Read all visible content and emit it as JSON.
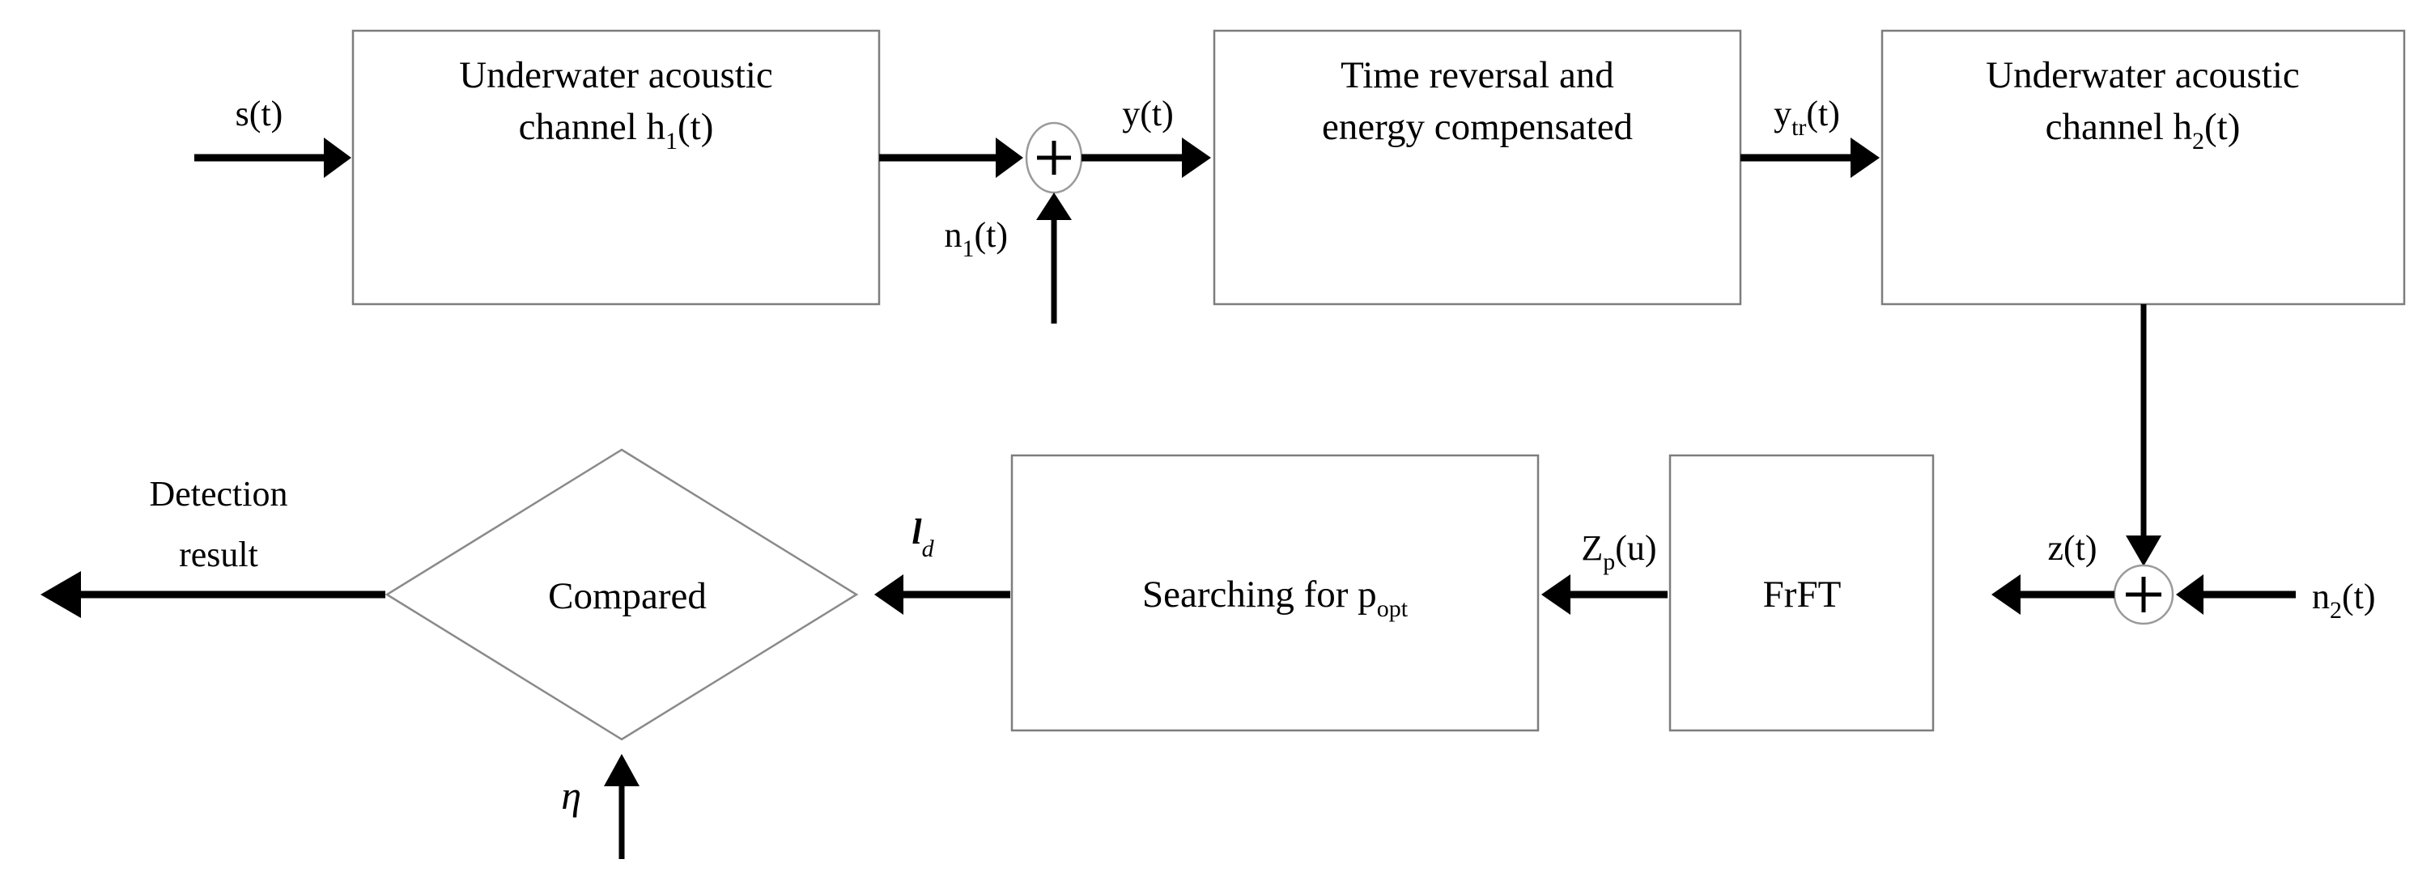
{
  "diagram": {
    "title": "Underwater acoustic time reversal FrFT detection block diagram",
    "background_color": "#ffffff",
    "line_color": "#000000",
    "box_stroke_color": "#7d7d7d"
  },
  "blocks": {
    "channel1": {
      "line1": "Underwater acoustic",
      "line2_pre": "channel h",
      "line2_sub": "1",
      "line2_post": "(t)"
    },
    "timereversal": {
      "line1": "Time reversal and",
      "line2": "energy compensated"
    },
    "channel2": {
      "line1": "Underwater acoustic",
      "line2_pre": "channel h",
      "line2_sub": "2",
      "line2_post": "(t)"
    },
    "frft": {
      "label": "FrFT"
    },
    "searching": {
      "pre": "Searching for p",
      "sub": "opt"
    },
    "compared": {
      "label": "Compared"
    }
  },
  "signals": {
    "input": "s(t)",
    "noise1_pre": "n",
    "noise1_sub": "1",
    "noise1_post": "(t)",
    "y": "y(t)",
    "ytr_pre": "y",
    "ytr_sub": "tr",
    "ytr_post": "(t)",
    "z": "z(t)",
    "noise2_pre": "n",
    "noise2_sub": "2",
    "noise2_post": "(t)",
    "zp_pre": "Z",
    "zp_sub": "p",
    "zp_post": "(u)",
    "ld_main": "l",
    "ld_sub": "d",
    "threshold": "η",
    "output_line1": "Detection",
    "output_line2": "result"
  },
  "junctions": {
    "sum1_symbol": "+",
    "sum2_symbol": "+"
  }
}
